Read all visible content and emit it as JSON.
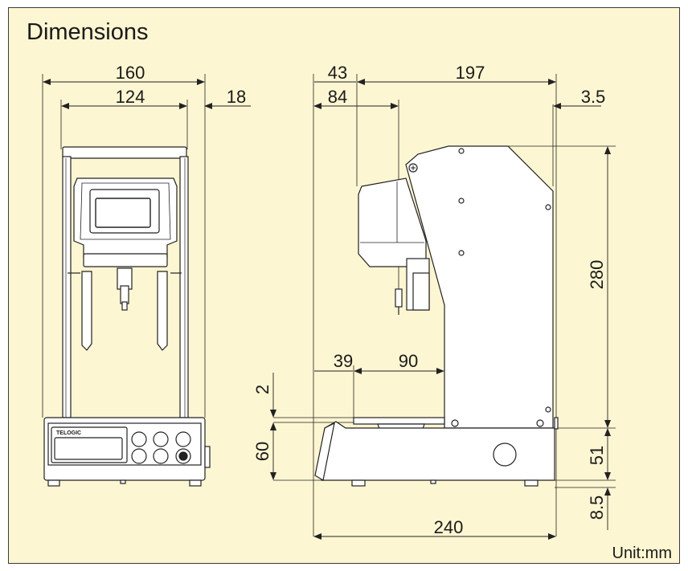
{
  "title": "Dimensions",
  "unit_label": "Unit:mm",
  "panel_brand": "TELOGIC",
  "front_view": {
    "dim_width_total": "160",
    "dim_width_inner": "124",
    "dim_side_offset": "18"
  },
  "side_view": {
    "dim_head_overhang": "43",
    "dim_head_depth": "197",
    "dim_indenter_offset": "84",
    "dim_rear_offset": "3.5",
    "dim_height_upper": "280",
    "dim_stage_offset": "39",
    "dim_stage_depth": "90",
    "dim_stage_thickness": "2",
    "dim_base_height": "60",
    "dim_base_side": "51",
    "dim_foot_height": "8.5",
    "dim_total_depth": "240"
  }
}
